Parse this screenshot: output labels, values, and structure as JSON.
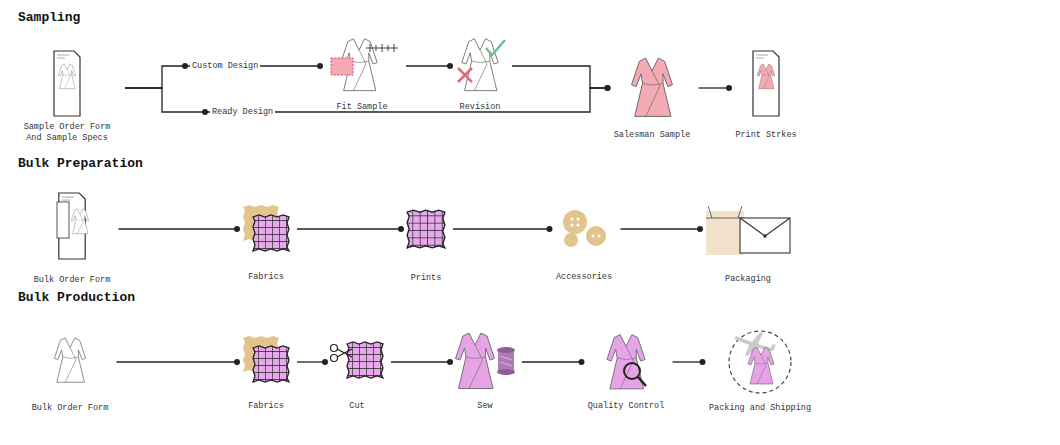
{
  "diagram": {
    "nodes": [
      {
        "text": [
          "Sample Order Form And Sample Specs"
        ]
      },
      {
        "text": [
          "Fit Sample"
        ]
      },
      {
        "text": [
          "Revision"
        ]
      },
      {
        "text": [
          "Salesman Sample"
        ]
      },
      {
        "text": [
          "Print Strkes"
        ]
      },
      {
        "text": [
          "Bulk Order Form"
        ]
      },
      {
        "text": [
          "Fabrics"
        ]
      },
      {
        "text": [
          "Prints"
        ]
      },
      {
        "text": [
          "Accessories"
        ]
      },
      {
        "text": [
          "Packaging"
        ]
      },
      {
        "text": [
          "Bulk Order Form"
        ]
      },
      {
        "text": [
          "Fabrics"
        ]
      },
      {
        "text": [
          "Cut"
        ]
      },
      {
        "text": [
          "Sew"
        ]
      },
      {
        "text": [
          "Quality Control"
        ]
      },
      {
        "text": [
          "Packing and Shipping"
        ]
      }
    ],
    "edges": [
      {
        "from": 0,
        "to": 1,
        "label": "Custom Design",
        "arrow": "none"
      },
      {
        "from": 0,
        "to": 3,
        "label": "Ready Design",
        "arrow": "none"
      },
      {
        "from": 1,
        "to": 2,
        "arrow": "none"
      },
      {
        "from": 2,
        "to": 3,
        "arrow": "none"
      },
      {
        "from": 3,
        "to": 4,
        "arrow": "none"
      },
      {
        "from": 5,
        "to": 6,
        "arrow": "none"
      },
      {
        "from": 6,
        "to": 7,
        "arrow": "none"
      },
      {
        "from": 7,
        "to": 8,
        "arrow": "none"
      },
      {
        "from": 8,
        "to": 9,
        "arrow": "none"
      },
      {
        "from": 10,
        "to": 11,
        "arrow": "none"
      },
      {
        "from": 11,
        "to": 12,
        "arrow": "none"
      },
      {
        "from": 12,
        "to": 13,
        "arrow": "none"
      },
      {
        "from": 13,
        "to": 14,
        "arrow": "none"
      },
      {
        "from": 14,
        "to": 15,
        "arrow": "none"
      }
    ],
    "labels": [
      "Sampling",
      "Bulk Preparation",
      "Bulk Production"
    ]
  }
}
